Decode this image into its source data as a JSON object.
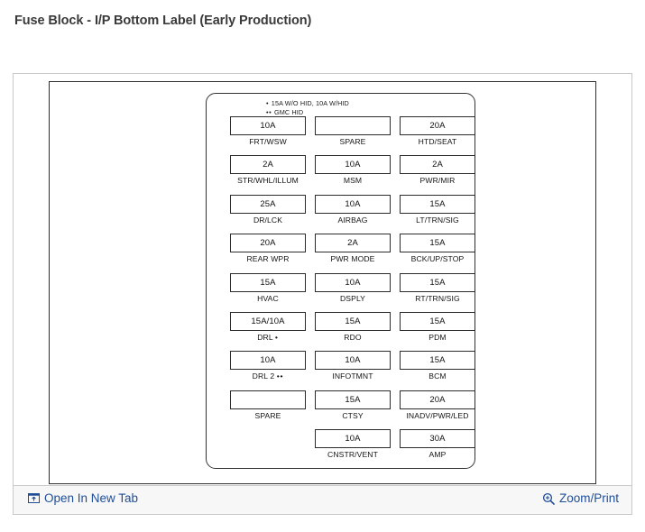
{
  "page": {
    "title": "Fuse Block - I/P Bottom Label (Early Production)"
  },
  "accent_color": "#1f4e99",
  "diagram": {
    "legend": [
      {
        "marker": "•",
        "text": "15A W/O HID, 10A W/HID"
      },
      {
        "marker": "••",
        "text": "GMC HID"
      }
    ],
    "columns": [
      {
        "name": "column-left",
        "fuses": [
          {
            "amp": "10A",
            "label": "FRT/WSW",
            "marker": ""
          },
          {
            "amp": "2A",
            "label": "STR/WHL/ILLUM",
            "marker": ""
          },
          {
            "amp": "25A",
            "label": "DR/LCK",
            "marker": ""
          },
          {
            "amp": "20A",
            "label": "REAR WPR",
            "marker": ""
          },
          {
            "amp": "15A",
            "label": "HVAC",
            "marker": ""
          },
          {
            "amp": "15A/10A",
            "label": "DRL",
            "marker": "•"
          },
          {
            "amp": "10A",
            "label": "DRL 2",
            "marker": "••"
          },
          {
            "amp": "",
            "label": "SPARE",
            "marker": ""
          }
        ]
      },
      {
        "name": "column-middle",
        "fuses": [
          {
            "amp": "",
            "label": "SPARE",
            "marker": ""
          },
          {
            "amp": "10A",
            "label": "MSM",
            "marker": ""
          },
          {
            "amp": "10A",
            "label": "AIRBAG",
            "marker": ""
          },
          {
            "amp": "2A",
            "label": "PWR MODE",
            "marker": ""
          },
          {
            "amp": "10A",
            "label": "DSPLY",
            "marker": ""
          },
          {
            "amp": "15A",
            "label": "RDO",
            "marker": ""
          },
          {
            "amp": "10A",
            "label": "INFOTMNT",
            "marker": ""
          },
          {
            "amp": "15A",
            "label": "CTSY",
            "marker": ""
          },
          {
            "amp": "10A",
            "label": "CNSTR/VENT",
            "marker": ""
          }
        ]
      },
      {
        "name": "column-right",
        "fuses": [
          {
            "amp": "20A",
            "label": "HTD/SEAT",
            "marker": ""
          },
          {
            "amp": "2A",
            "label": "PWR/MIR",
            "marker": ""
          },
          {
            "amp": "15A",
            "label": "LT/TRN/SIG",
            "marker": ""
          },
          {
            "amp": "15A",
            "label": "BCK/UP/STOP",
            "marker": ""
          },
          {
            "amp": "15A",
            "label": "RT/TRN/SIG",
            "marker": ""
          },
          {
            "amp": "15A",
            "label": "PDM",
            "marker": ""
          },
          {
            "amp": "15A",
            "label": "BCM",
            "marker": ""
          },
          {
            "amp": "20A",
            "label": "INADV/PWR/LED",
            "marker": ""
          },
          {
            "amp": "30A",
            "label": "AMP",
            "marker": ""
          }
        ]
      }
    ]
  },
  "toolbar": {
    "open_new_tab_label": "Open In New Tab",
    "open_new_tab_icon": "external-link-icon",
    "zoom_print_label": "Zoom/Print",
    "zoom_print_icon": "magnifier-plus-icon"
  }
}
